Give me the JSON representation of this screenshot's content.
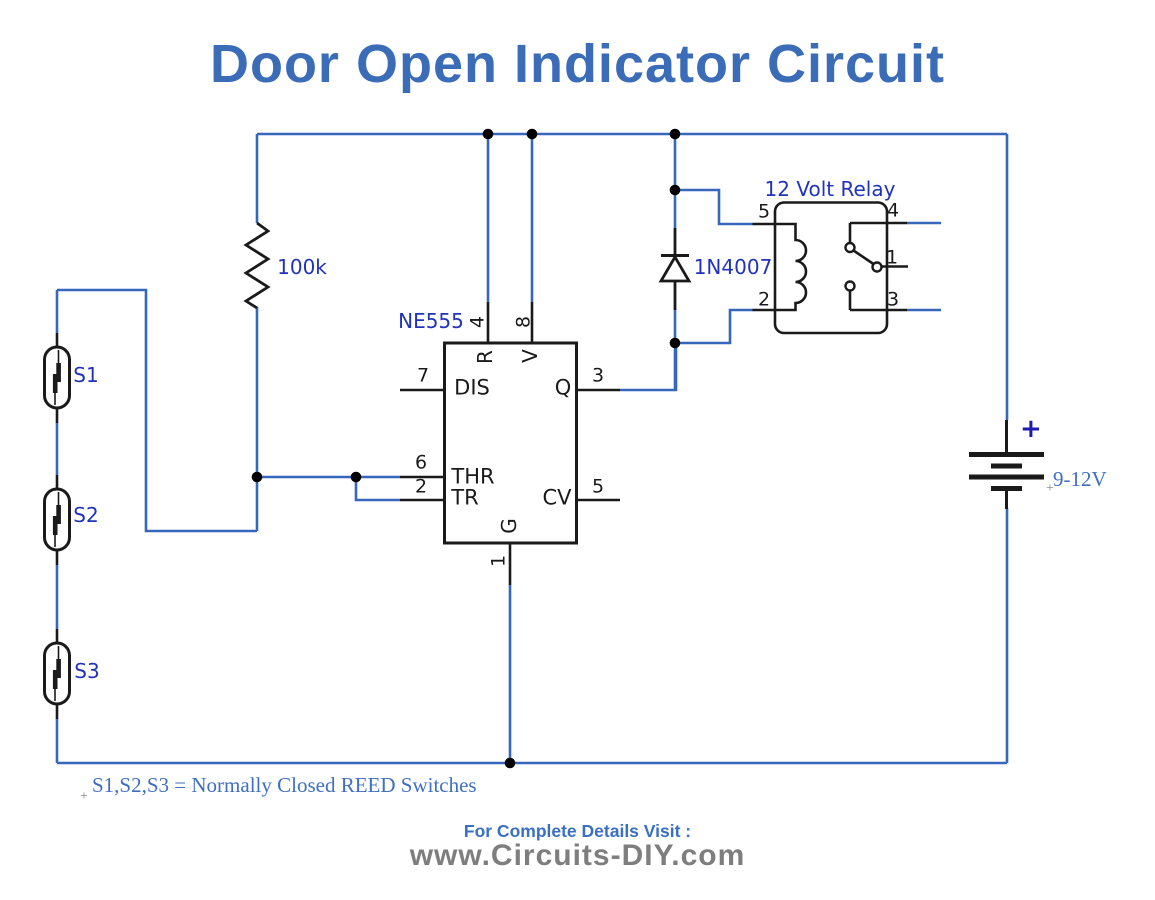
{
  "title": "Door Open Indicator Circuit",
  "schematic": {
    "ic555": {
      "name": "NE555",
      "pins": {
        "reset": {
          "number": "4",
          "label": "R"
        },
        "vcc": {
          "number": "8",
          "label": "V"
        },
        "discharge": {
          "number": "7",
          "label": "DIS"
        },
        "threshold": {
          "number": "6",
          "label": "THR"
        },
        "trigger": {
          "number": "2",
          "label": "TR"
        },
        "output": {
          "number": "3",
          "label": "Q"
        },
        "control": {
          "number": "5",
          "label": "CV"
        },
        "ground": {
          "number": "1",
          "label": "G"
        }
      }
    },
    "resistor": {
      "value": "100k"
    },
    "diode": {
      "part_number": "1N4007"
    },
    "relay": {
      "label": "12 Volt Relay",
      "pins": {
        "p5": "5",
        "p2": "2",
        "p4": "4",
        "p1": "1",
        "p3": "3"
      }
    },
    "battery": {
      "polarity": "+",
      "voltage": "9-12V"
    },
    "reed_switches": [
      {
        "label": "S1"
      },
      {
        "label": "S2"
      },
      {
        "label": "S3"
      }
    ],
    "note": "S1,S2,S3 = Normally Closed REED Switches",
    "cursor_mark": "+"
  },
  "footer": {
    "visit_text": "For Complete Details Visit :",
    "website": "www.Circuits-DIY.com"
  },
  "colors": {
    "wire_blue": "#3767bd",
    "component_black": "#1a1a1a",
    "label_blue": "#2233bb",
    "title_blue": "#3b6cb8",
    "note_blue": "#3f6fc1",
    "footer_gray": "#7e7e7e",
    "battery_plus_blue": "#1b1bb0"
  }
}
